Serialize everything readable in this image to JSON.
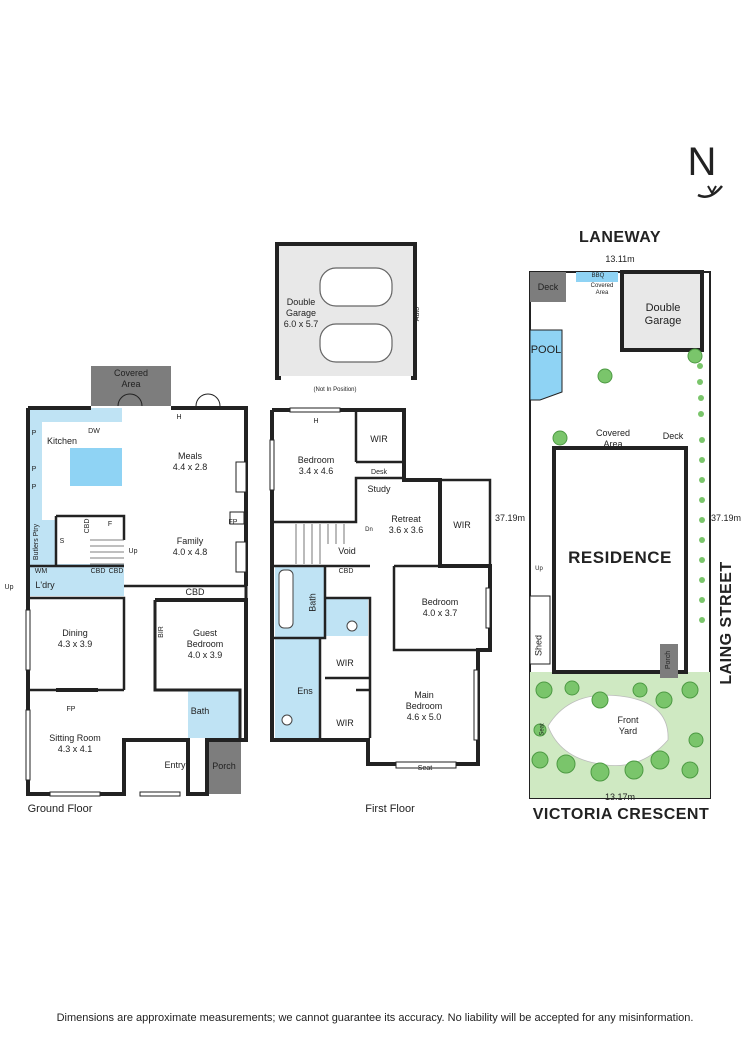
{
  "compass": {
    "letter": "N"
  },
  "ground_floor": {
    "caption": "Ground Floor",
    "rooms": {
      "covered_area": "Covered\nArea",
      "kitchen": "Kitchen",
      "dw": "DW",
      "meals": "Meals\n4.4 x 2.8",
      "family": "Family\n4.0 x 4.8",
      "butlers_pantry": "Butlers Ptry",
      "cbd_f": "CBD",
      "f": "F",
      "s": "S",
      "wm": "WM",
      "ldry": "L'dry",
      "cbd1": "CBD",
      "cbd2": "CBD",
      "cbd3": "CBD",
      "dining": "Dining\n4.3 x 3.9",
      "fp_family": "FP",
      "fp_sitting": "FP",
      "bir": "BIR",
      "guest_bedroom": "Guest\nBedroom\n4.0 x 3.9",
      "bath": "Bath",
      "sitting_room": "Sitting Room\n4.3 x 4.1",
      "entry": "Entry",
      "porch": "Porch",
      "up1": "Up",
      "up2": "Up",
      "p1": "P",
      "p2": "P",
      "p3": "P",
      "h": "H"
    }
  },
  "first_floor": {
    "caption": "First Floor",
    "rooms": {
      "double_garage": "Double\nGarage\n6.0 x 5.7",
      "auto": "Auto",
      "not_in_position": "(Not In Position)",
      "bedroom1": "Bedroom\n3.4 x 4.6",
      "wir1": "WIR",
      "desk": "Desk",
      "study": "Study",
      "retreat": "Retreat\n3.6 x 3.6",
      "wir2": "WIR",
      "dn": "Dn",
      "void": "Void",
      "cbd": "CBD",
      "bath": "Bath",
      "bedroom2": "Bedroom\n4.0 x 3.7",
      "wir3": "WIR",
      "ens": "Ens",
      "wir4": "WIR",
      "main_bedroom": "Main\nBedroom\n4.6 x 5.0",
      "seat": "Seat",
      "h": "H"
    }
  },
  "site_plan": {
    "laneway": "LANEWAY",
    "top_dim": "13.11m",
    "deck_top": "Deck",
    "bbq": "BBQ",
    "covered_area_top": "Covered\nArea",
    "double_garage": "Double\nGarage",
    "pool": "POOL",
    "covered_area": "Covered\nArea",
    "deck": "Deck",
    "left_dim": "37.19m",
    "right_dim": "37.19m",
    "residence": "RESIDENCE",
    "up": "Up",
    "shed": "Shed",
    "porch": "Porch",
    "laing_street": "LAING STREET",
    "front_yard": "Front\nYard",
    "seat": "Seat",
    "bottom_dim": "13.17m",
    "victoria_crescent": "VICTORIA CRESCENT"
  },
  "colors": {
    "wall": "#222222",
    "wet_area": "#bfe3f4",
    "pool": "#8fd3f4",
    "covered": "#7d7d7d",
    "garden": "#cfe9c2",
    "tree": "#7ac56b"
  },
  "disclaimer": "Dimensions are approximate measurements; we cannot guarantee its accuracy. No liability will be accepted for any misinformation."
}
